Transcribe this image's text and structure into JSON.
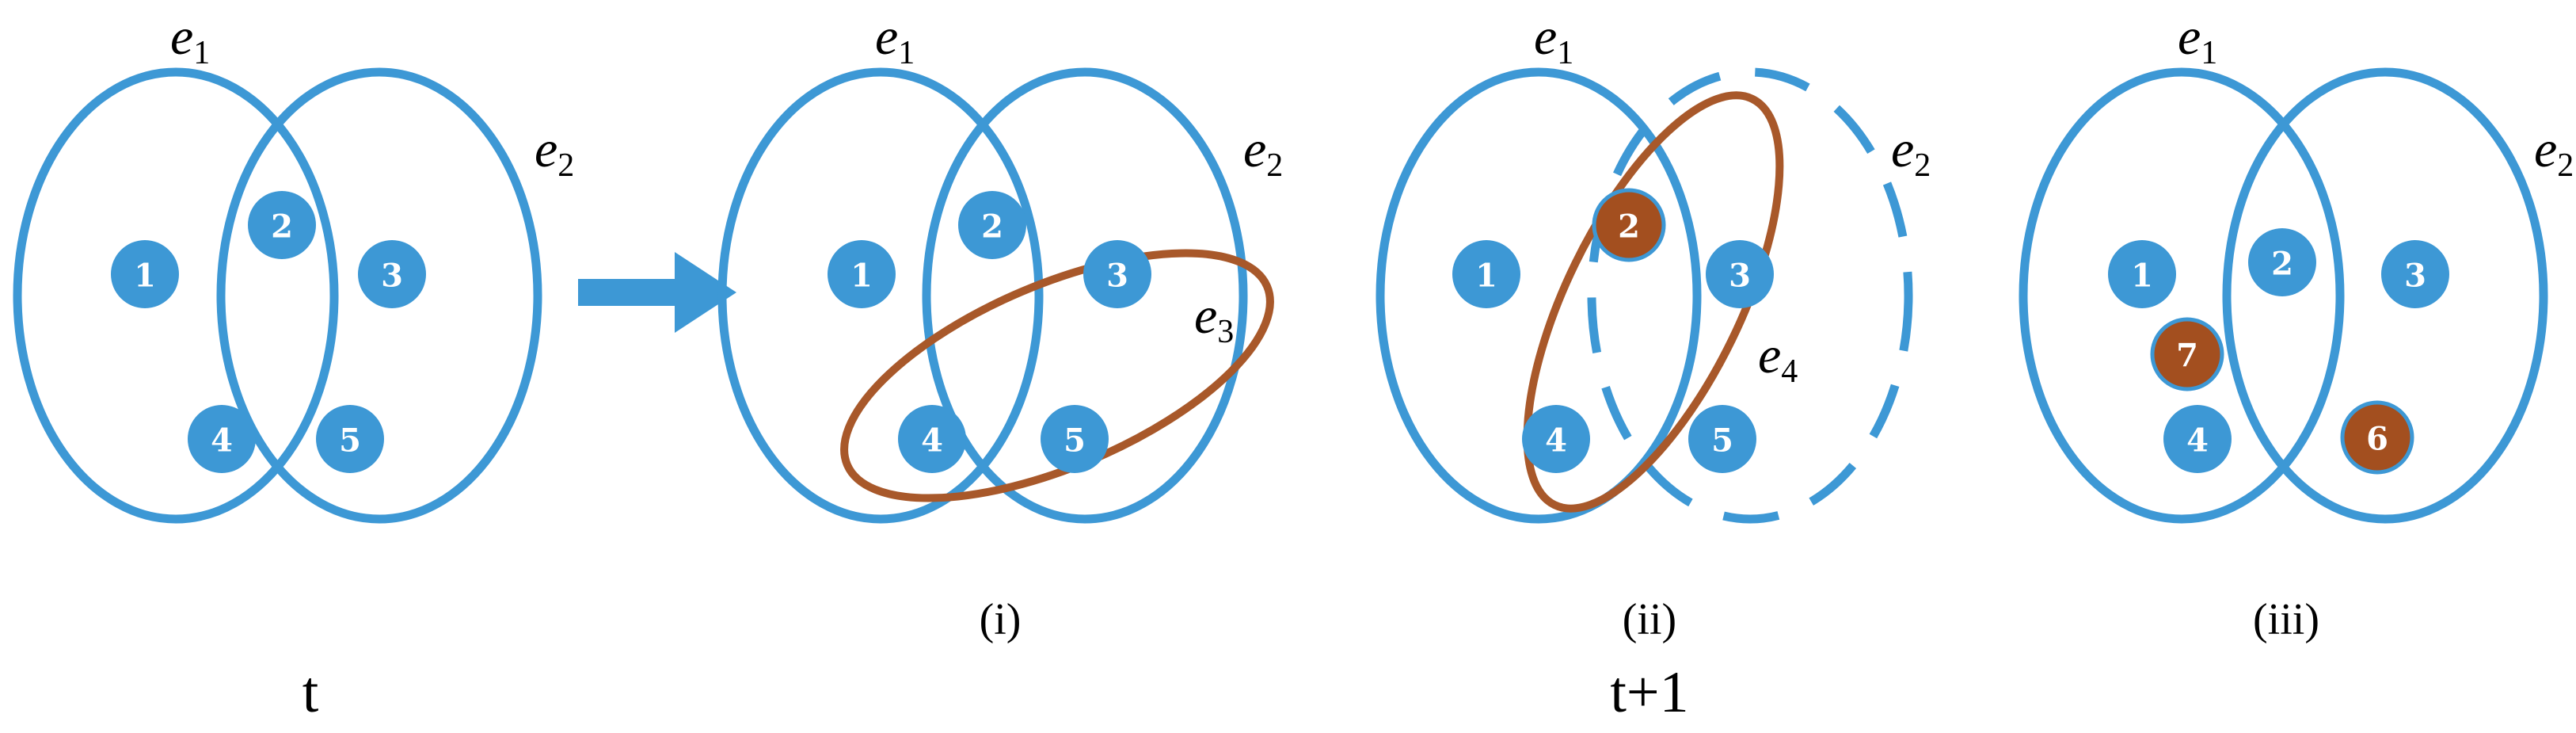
{
  "colors": {
    "node_blue": "#3d98d5",
    "node_new": "#a34f1f",
    "edge_blue": "#3d98d5",
    "edge_brown": "#a8582a"
  },
  "panels": [
    {
      "edges": [
        {
          "letter": "e",
          "sub": "1"
        },
        {
          "letter": "e",
          "sub": "2"
        }
      ],
      "nodes": [
        "1",
        "2",
        "3",
        "4",
        "5"
      ],
      "label": "",
      "time": "t"
    },
    {
      "edges": [
        {
          "letter": "e",
          "sub": "1"
        },
        {
          "letter": "e",
          "sub": "2"
        },
        {
          "letter": "e",
          "sub": "3"
        }
      ],
      "nodes": [
        "1",
        "2",
        "3",
        "4",
        "5"
      ],
      "label": "(i)"
    },
    {
      "edges": [
        {
          "letter": "e",
          "sub": "1"
        },
        {
          "letter": "e",
          "sub": "2"
        },
        {
          "letter": "e",
          "sub": "4"
        }
      ],
      "nodes": [
        "1",
        "2",
        "3",
        "4",
        "5"
      ],
      "label": "(ii)",
      "time": "t+1"
    },
    {
      "edges": [
        {
          "letter": "e",
          "sub": "1"
        },
        {
          "letter": "e",
          "sub": "2"
        }
      ],
      "nodes": [
        "1",
        "2",
        "3",
        "4",
        "7",
        "6"
      ],
      "label": "(iii)"
    }
  ]
}
